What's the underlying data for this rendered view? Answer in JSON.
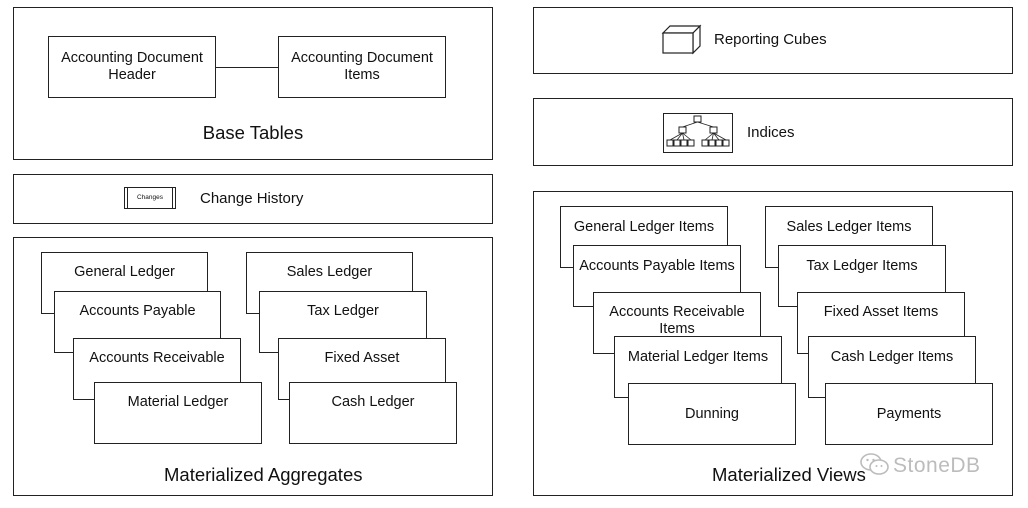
{
  "base_tables": {
    "title": "Base Tables",
    "header_box": "Accounting Document Header",
    "items_box": "Accounting Document Items"
  },
  "change_history": {
    "icon_text": "Changes",
    "label": "Change History"
  },
  "aggregates": {
    "title": "Materialized Aggregates",
    "left_stack": [
      "General Ledger",
      "Accounts Payable",
      "Accounts Receivable",
      "Material Ledger"
    ],
    "right_stack": [
      "Sales Ledger",
      "Tax Ledger",
      "Fixed Asset",
      "Cash Ledger"
    ]
  },
  "reporting_cubes": {
    "label": "Reporting Cubes",
    "icon": "cube-icon"
  },
  "indices": {
    "label": "Indices",
    "icon": "tree-index-icon"
  },
  "views": {
    "title": "Materialized Views",
    "left_stack": [
      "General Ledger Items",
      "Accounts Payable Items",
      "Accounts Receivable Items",
      "Material Ledger Items",
      "Dunning"
    ],
    "right_stack": [
      "Sales Ledger Items",
      "Tax Ledger Items",
      "Fixed Asset Items",
      "Cash Ledger Items",
      "Payments"
    ]
  },
  "watermark": "StoneDB"
}
